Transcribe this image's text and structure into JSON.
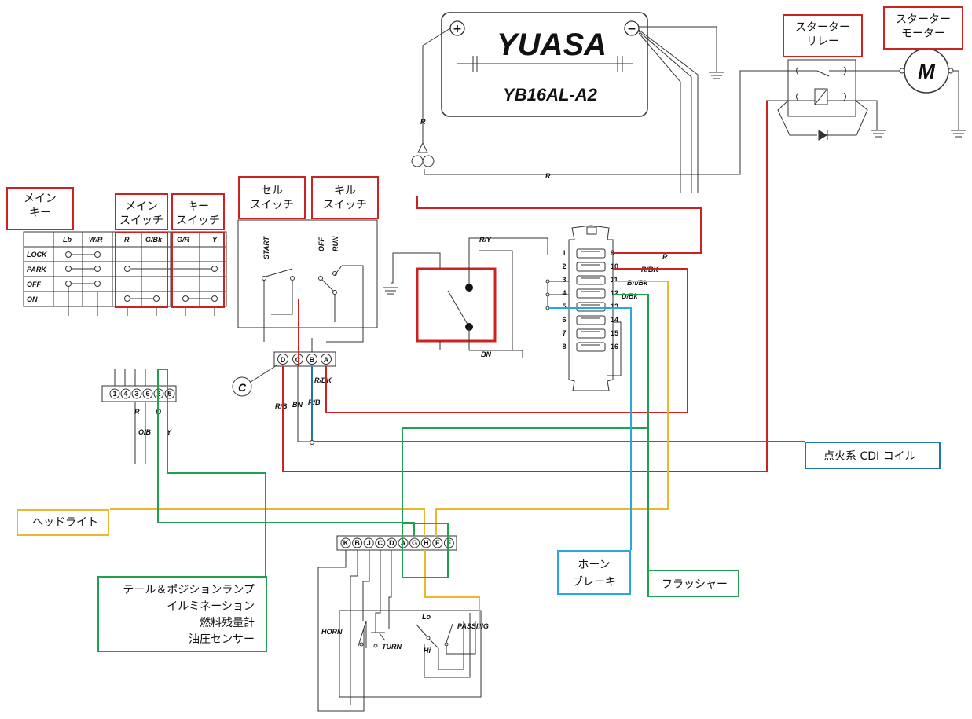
{
  "boxes": {
    "main_key": "メイン\nキー",
    "main_switch": "メイン\nスイッチ",
    "key_switch": "キー\nスイッチ",
    "cell_switch": "セル\nスイッチ",
    "kill_switch": "キル\nスイッチ",
    "starter_relay": "スターター\nリレー",
    "starter_motor": "スターター\nモーター",
    "headlight": "ヘッドライト",
    "tail_position": "テール＆ポジションランプ\nイルミネーション\n燃料残量計\n油圧センサー",
    "horn_brake": "ホーン\nブレーキ",
    "flasher": "フラッシャー",
    "ignition": "点火系 CDI コイル"
  },
  "battery": {
    "brand": "YUASA",
    "model": "YB16AL-A2",
    "plus": "+",
    "minus": "−"
  },
  "motor_symbol": "M",
  "key_table": {
    "headers": [
      "Lb",
      "W/R",
      "R",
      "G/Bk",
      "G/R",
      "Y"
    ],
    "rows": [
      "LOCK",
      "PARK",
      "OFF",
      "ON"
    ]
  },
  "switch_labels": {
    "start": "START",
    "off": "OFF",
    "run": "RUN"
  },
  "connector_cb": [
    "D",
    "C",
    "B",
    "A"
  ],
  "ground_symbol": "C",
  "connector_6": [
    "1",
    "4",
    "3",
    "6",
    "2",
    "5"
  ],
  "connector_bottom": [
    "K",
    "B",
    "J",
    "C",
    "D",
    "A",
    "G",
    "H",
    "F",
    "E"
  ],
  "fuse_left": [
    "1",
    "2",
    "3",
    "4",
    "5",
    "6",
    "7",
    "8"
  ],
  "fuse_right": [
    "9",
    "10",
    "11",
    "12",
    "13",
    "14",
    "15",
    "16"
  ],
  "wire_labels": {
    "r_top": "R",
    "r_mid": "R",
    "ry": "R/Y",
    "bn": "BN",
    "r_fuse": "R",
    "rbk_fuse": "R/BK",
    "bnbk": "Bn/Bk",
    "dbk": "D/Bk",
    "rbk_conn": "R/BK",
    "rb1": "R/B",
    "bn2": "BN",
    "rb2": "R/B",
    "r_left": "R",
    "o_left": "O",
    "ob_left": "O/B",
    "y_left": "Y"
  },
  "handlebar": {
    "horn": "HORN",
    "turn": "TURN",
    "lo": "Lo",
    "hi": "Hi",
    "passing": "PASSING"
  }
}
